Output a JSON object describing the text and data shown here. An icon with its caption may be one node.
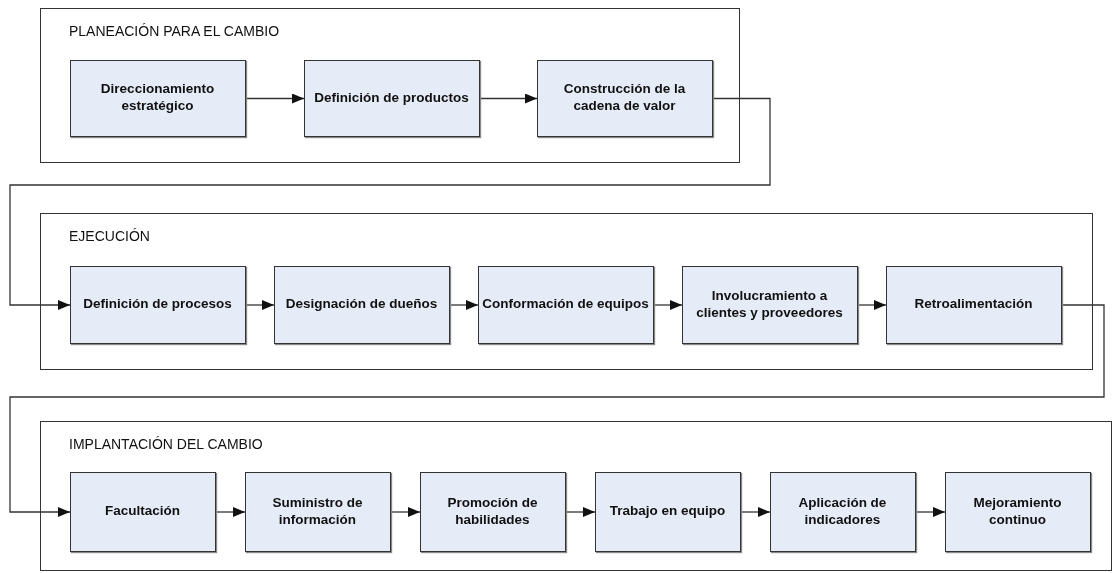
{
  "diagram": {
    "nodes": [
      {
        "text": [
          "PLANEACIÓN PARA EL CAMBIO"
        ]
      },
      {
        "text": [
          "Direccionamiento estratégico"
        ],
        "in": 0
      },
      {
        "text": [
          "Definición de productos"
        ],
        "in": 0
      },
      {
        "text": [
          "Construcción de la cadena de valor"
        ],
        "in": 0
      },
      {
        "text": [
          "EJECUCIÓN"
        ]
      },
      {
        "text": [
          "Definición de procesos"
        ],
        "in": 4
      },
      {
        "text": [
          "Designación de dueños"
        ],
        "in": 4
      },
      {
        "text": [
          "Conformación de equipos"
        ],
        "in": 4
      },
      {
        "text": [
          "Involucramiento a clientes y proveedores"
        ],
        "in": 4
      },
      {
        "text": [
          "Retroalimentación"
        ],
        "in": 4
      },
      {
        "text": [
          "IMPLANTACIÓN DEL CAMBIO"
        ]
      },
      {
        "text": [
          "Facultación"
        ],
        "in": 10
      },
      {
        "text": [
          "Suministro de información"
        ],
        "in": 10
      },
      {
        "text": [
          "Promoción de habilidades"
        ],
        "in": 10
      },
      {
        "text": [
          "Trabajo en equipo"
        ],
        "in": 10
      },
      {
        "text": [
          "Aplicación de indicadores"
        ],
        "in": 10
      },
      {
        "text": [
          "Mejoramiento continuo"
        ],
        "in": 10
      }
    ],
    "edges": [
      {
        "from": 1,
        "to": 2,
        "arrow": "to"
      },
      {
        "from": 2,
        "to": 3,
        "arrow": "to"
      },
      {
        "from": 3,
        "to": 5,
        "arrow": "to"
      },
      {
        "from": 5,
        "to": 6,
        "arrow": "to"
      },
      {
        "from": 6,
        "to": 7,
        "arrow": "to"
      },
      {
        "from": 7,
        "to": 8,
        "arrow": "to"
      },
      {
        "from": 8,
        "to": 9,
        "arrow": "to"
      },
      {
        "from": 9,
        "to": 11,
        "arrow": "to"
      },
      {
        "from": 11,
        "to": 12,
        "arrow": "to"
      },
      {
        "from": 12,
        "to": 13,
        "arrow": "to"
      },
      {
        "from": 13,
        "to": 14,
        "arrow": "to"
      },
      {
        "from": 14,
        "to": 15,
        "arrow": "to"
      },
      {
        "from": 15,
        "to": 16,
        "arrow": "to"
      }
    ]
  }
}
